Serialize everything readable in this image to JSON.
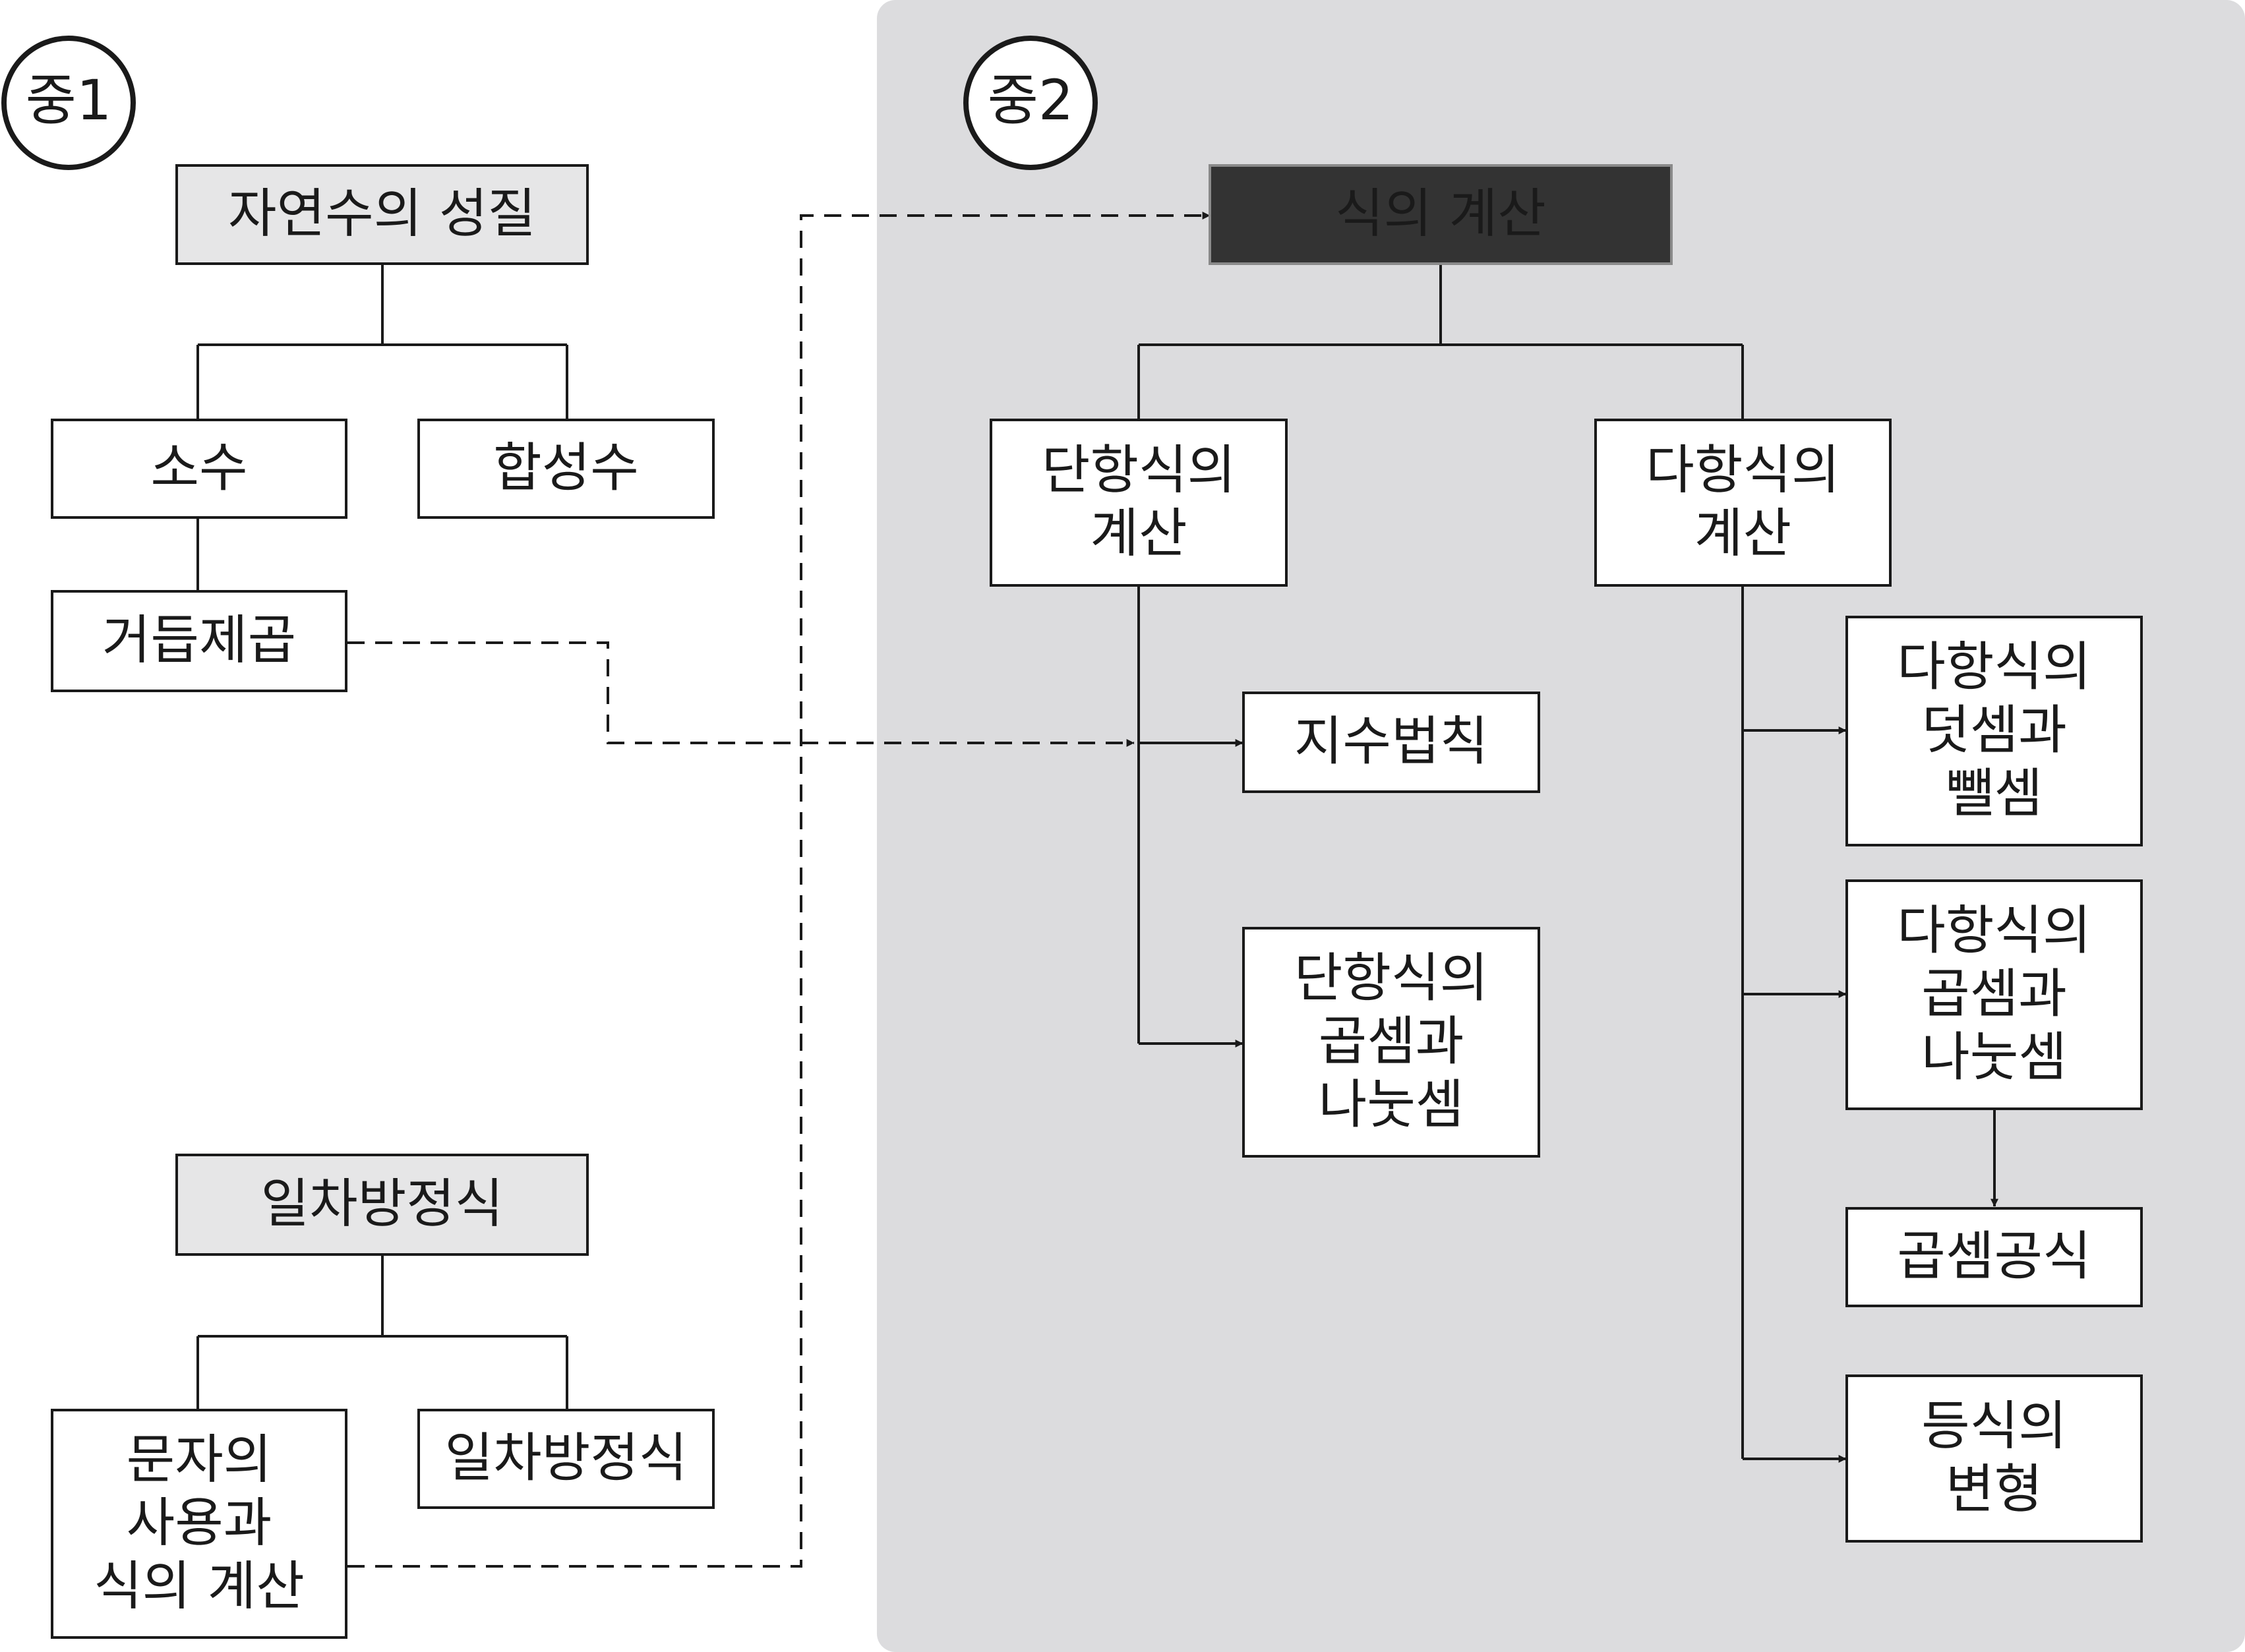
{
  "grade_labels": {
    "grade1": "중1",
    "grade2": "중2"
  },
  "nodes": {
    "natural_numbers": {
      "lines": [
        "자연수의 성질"
      ],
      "style": "gray"
    },
    "prime": {
      "lines": [
        "소수"
      ],
      "style": "white"
    },
    "composite": {
      "lines": [
        "합성수"
      ],
      "style": "white"
    },
    "powers": {
      "lines": [
        "거듭제곱"
      ],
      "style": "white"
    },
    "linear_equation_head": {
      "lines": [
        "일차방정식"
      ],
      "style": "gray"
    },
    "letters_expressions": {
      "lines": [
        "문자의",
        "사용과",
        "식의 계산"
      ],
      "style": "white"
    },
    "linear_equation": {
      "lines": [
        "일차방정식"
      ],
      "style": "white"
    },
    "expression_calc": {
      "lines": [
        "식의 계산"
      ],
      "style": "dark"
    },
    "monomial_calc": {
      "lines": [
        "단항식의",
        "계산"
      ],
      "style": "white"
    },
    "polynomial_calc": {
      "lines": [
        "다항식의",
        "계산"
      ],
      "style": "white"
    },
    "exponent_laws": {
      "lines": [
        "지수법칙"
      ],
      "style": "white"
    },
    "monomial_muldiv": {
      "lines": [
        "단항식의",
        "곱셈과",
        "나눗셈"
      ],
      "style": "white"
    },
    "polynomial_addsub": {
      "lines": [
        "다항식의",
        "덧셈과",
        "뺄셈"
      ],
      "style": "white"
    },
    "polynomial_muldiv": {
      "lines": [
        "다항식의",
        "곱셈과",
        "나눗셈"
      ],
      "style": "white"
    },
    "multiplication_formula": {
      "lines": [
        "곱셈공식"
      ],
      "style": "white"
    },
    "equation_transform": {
      "lines": [
        "등식의",
        "변형"
      ],
      "style": "white"
    }
  },
  "colors": {
    "panel_fill": "#dcdcde",
    "gray_node_fill": "#e6e6e7",
    "dark_node_fill": "#333333",
    "dark_node_text": "#ffffff",
    "line": "#1a1a1a"
  }
}
